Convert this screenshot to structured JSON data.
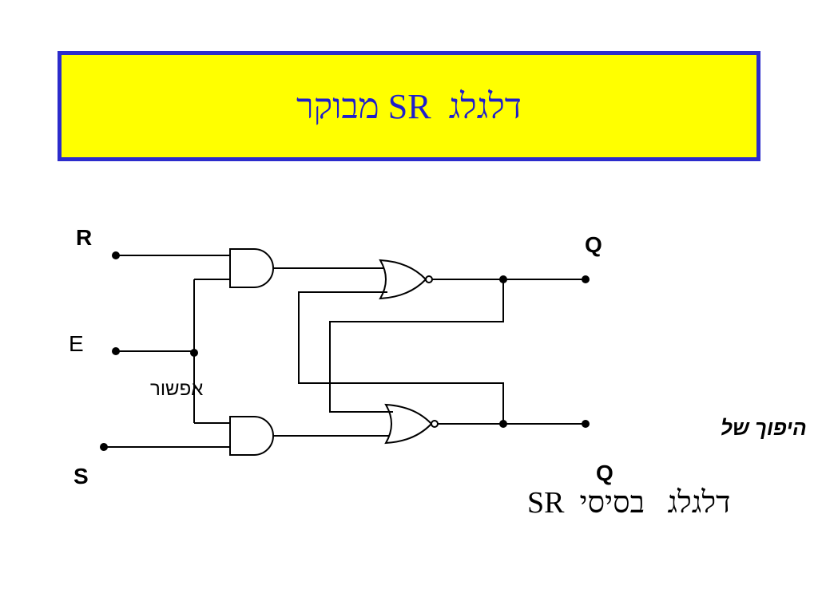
{
  "title": "דלגלג  SR מבוקר",
  "colors": {
    "title_background": "#ffff00",
    "title_border": "#2c2ccc",
    "title_text": "#1e1ecc"
  },
  "diagram": {
    "input_r": "R",
    "input_e": "E",
    "input_e_hebrew": "אפשור",
    "input_s": "S",
    "output_q": "Q",
    "output_q_bar_hebrew": "היפוך של",
    "output_q_bar": "Q",
    "caption": "דלגלג   בסיסי  SR"
  }
}
